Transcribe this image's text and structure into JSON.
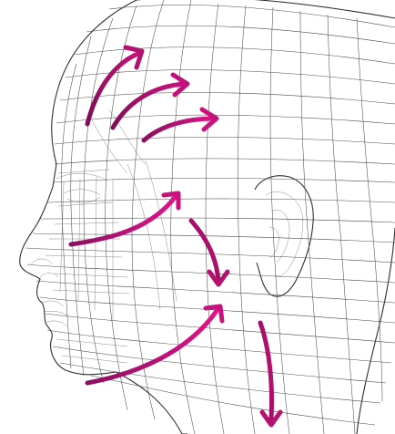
{
  "figure": {
    "description_icon": "wireframe-head-icon",
    "mesh_color": "#4a4a4a",
    "arrow_gradient": {
      "from": "#7a0f55",
      "to": "#e01489"
    },
    "arrows": [
      {
        "name": "forehead-upper-arrow",
        "direction": "up-right"
      },
      {
        "name": "forehead-middle-arrow",
        "direction": "right"
      },
      {
        "name": "temple-arrow",
        "direction": "right"
      },
      {
        "name": "cheek-upper-arrow",
        "direction": "up-right"
      },
      {
        "name": "cheekbone-down-arrow",
        "direction": "down-right"
      },
      {
        "name": "jaw-arrow",
        "direction": "up-right"
      },
      {
        "name": "neck-down-arrow",
        "direction": "down"
      }
    ]
  }
}
